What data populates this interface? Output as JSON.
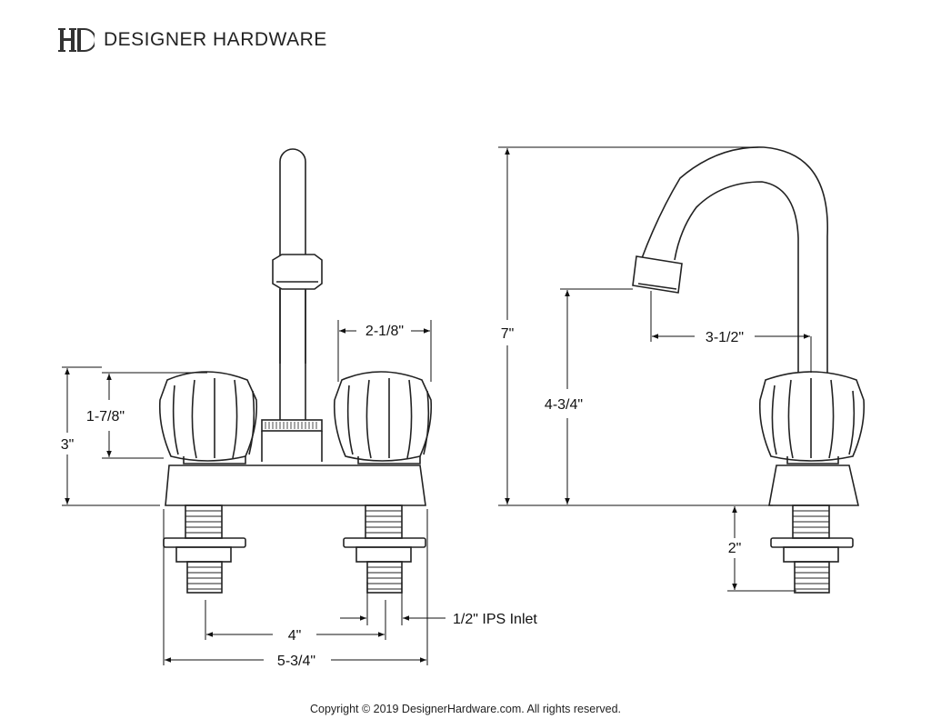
{
  "brand": {
    "name": "DESIGNER HARDWARE",
    "logo_icon": "dh-monogram-logo"
  },
  "dimensions": {
    "handle_spacing": "2-1/8\"",
    "handle_height": "1-7/8\"",
    "base_height": "3\"",
    "center_spread": "4\"",
    "overall_width": "5-3/4\"",
    "inlet": "1/2\" IPS Inlet",
    "total_height": "7\"",
    "spout_height": "4-3/4\"",
    "spout_reach": "3-1/2\"",
    "shank_length": "2\""
  },
  "footer": {
    "copyright": "Copyright © 2019 DesignerHardware.com. All rights reserved."
  }
}
